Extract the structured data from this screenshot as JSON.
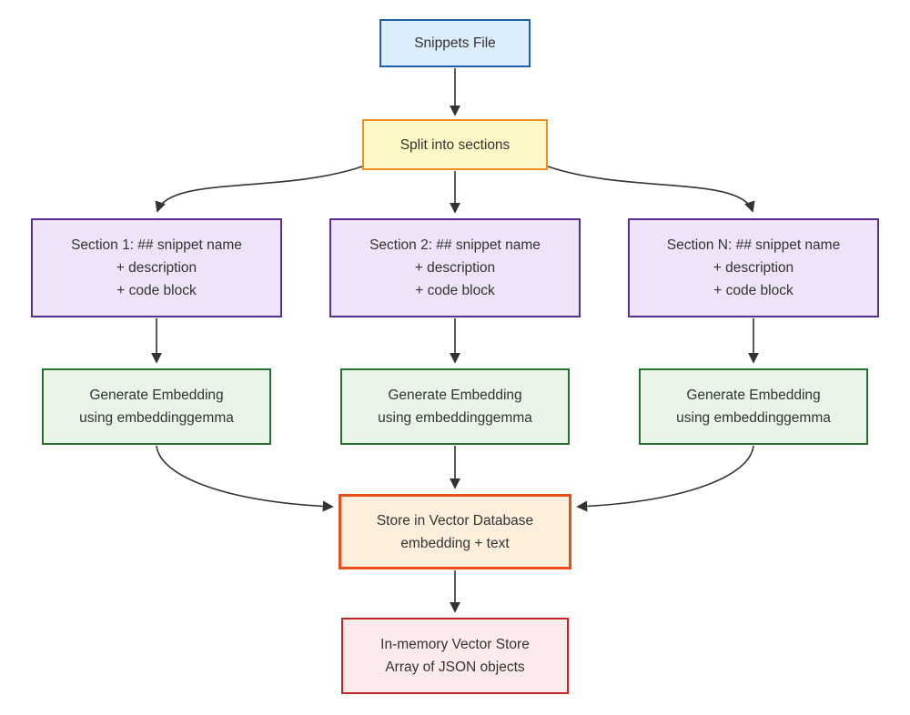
{
  "diagram": {
    "type": "flowchart",
    "direction": "top-down",
    "nodes": {
      "snippets_file": {
        "label": "Snippets File",
        "fill": "#dcedfb",
        "stroke": "#1e5fa8"
      },
      "split": {
        "label": "Split into sections",
        "fill": "#fdf7c5",
        "stroke": "#ef8d26"
      },
      "section_1": {
        "lines": [
          "Section 1: ## snippet name",
          "+ description",
          "+ code block"
        ],
        "fill": "#eee3f8",
        "stroke": "#5b2d90"
      },
      "section_2": {
        "lines": [
          "Section 2: ## snippet name",
          "+ description",
          "+ code block"
        ],
        "fill": "#eee3f8",
        "stroke": "#5b2d90"
      },
      "section_n": {
        "lines": [
          "Section N: ## snippet name",
          "+ description",
          "+ code block"
        ],
        "fill": "#eee3f8",
        "stroke": "#5b2d90"
      },
      "embed_1": {
        "lines": [
          "Generate Embedding",
          "using embeddinggemma"
        ],
        "fill": "#e9f4e9",
        "stroke": "#27702e"
      },
      "embed_2": {
        "lines": [
          "Generate Embedding",
          "using embeddinggemma"
        ],
        "fill": "#e9f4e9",
        "stroke": "#27702e"
      },
      "embed_3": {
        "lines": [
          "Generate Embedding",
          "using embeddinggemma"
        ],
        "fill": "#e9f4e9",
        "stroke": "#27702e"
      },
      "store": {
        "lines": [
          "Store in Vector Database",
          "embedding + text"
        ],
        "fill": "#fdefdc",
        "stroke": "#e84e17"
      },
      "memory": {
        "lines": [
          "In-memory Vector Store",
          "Array of JSON objects"
        ],
        "fill": "#fdeaea",
        "stroke": "#c0252c"
      }
    },
    "edges": [
      "snippets_file -> split",
      "split -> section_1",
      "split -> section_2",
      "split -> section_n",
      "section_1 -> embed_1",
      "section_2 -> embed_2",
      "section_n -> embed_3",
      "embed_1 -> store",
      "embed_2 -> store",
      "embed_3 -> store",
      "store -> memory"
    ],
    "colors": {
      "arrow": "#333333",
      "text": "#333333",
      "background": "#ffffff"
    }
  }
}
